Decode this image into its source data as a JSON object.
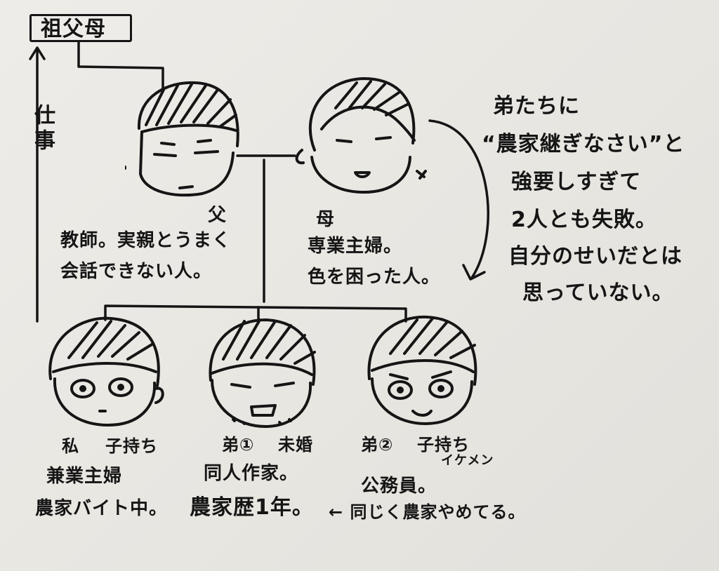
{
  "grandparents": "祖父母",
  "work_label": "仕事",
  "father": {
    "name": "父",
    "line1": "教師。実親とうまく",
    "line2": "会話できない人。"
  },
  "mother": {
    "name": "母",
    "line1": "専業主婦。",
    "line2": "色を困った人。"
  },
  "note": {
    "line1": "弟たちに",
    "line2": "“農家継ぎなさい”と",
    "line3": "強要しすぎて",
    "line4": "2人とも失敗。",
    "line5": "自分のせいだとは",
    "line6": "思っていない。"
  },
  "me": {
    "title": "私",
    "tag": "子持ち",
    "line1": "兼業主婦",
    "line2": "農家バイト中。"
  },
  "brother1": {
    "title": "弟①",
    "tag": "未婚",
    "line1": "同人作家。",
    "line2": "農家歴1年。"
  },
  "brother2": {
    "title": "弟②",
    "tag": "子持ち",
    "tag2": "イケメン",
    "line1": "公務員。",
    "line2": "← 同じく農家やめてる。"
  },
  "colors": {
    "ink": "#151515",
    "paper": "#ebe9e4"
  }
}
